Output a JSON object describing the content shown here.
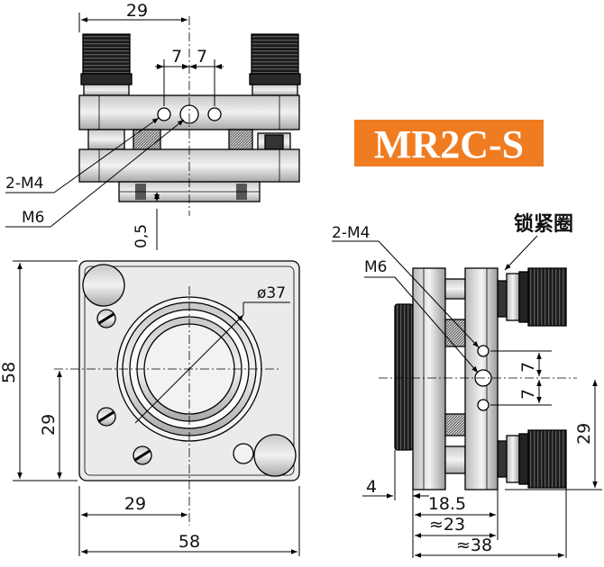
{
  "model_badge": {
    "text": "MR2C-S",
    "color": "#f07c22"
  },
  "lock_ring_label": "锁紧圈",
  "top_view": {
    "dim_width_half": "29",
    "dim_hole_left": "7",
    "dim_hole_right": "7",
    "label_holes": "2-M4",
    "label_center_hole": "M6",
    "dim_offset": "0,5"
  },
  "front_view": {
    "dim_aperture": "ø37",
    "dim_height": "58",
    "dim_half_height": "29",
    "dim_half_width": "29",
    "dim_width": "58"
  },
  "side_view": {
    "label_holes": "2-M4",
    "label_center_hole": "M6",
    "dim_hole_upper": "7",
    "dim_hole_lower": "7",
    "dim_height": "29",
    "dim_plate": "4",
    "dim_depth_a": "18.5",
    "dim_depth_b": "≈23",
    "dim_depth_c": "≈38"
  },
  "colors": {
    "line": "#000000",
    "shade_dark": "#1a1a1a",
    "shade_light": "#d9d9d9"
  }
}
